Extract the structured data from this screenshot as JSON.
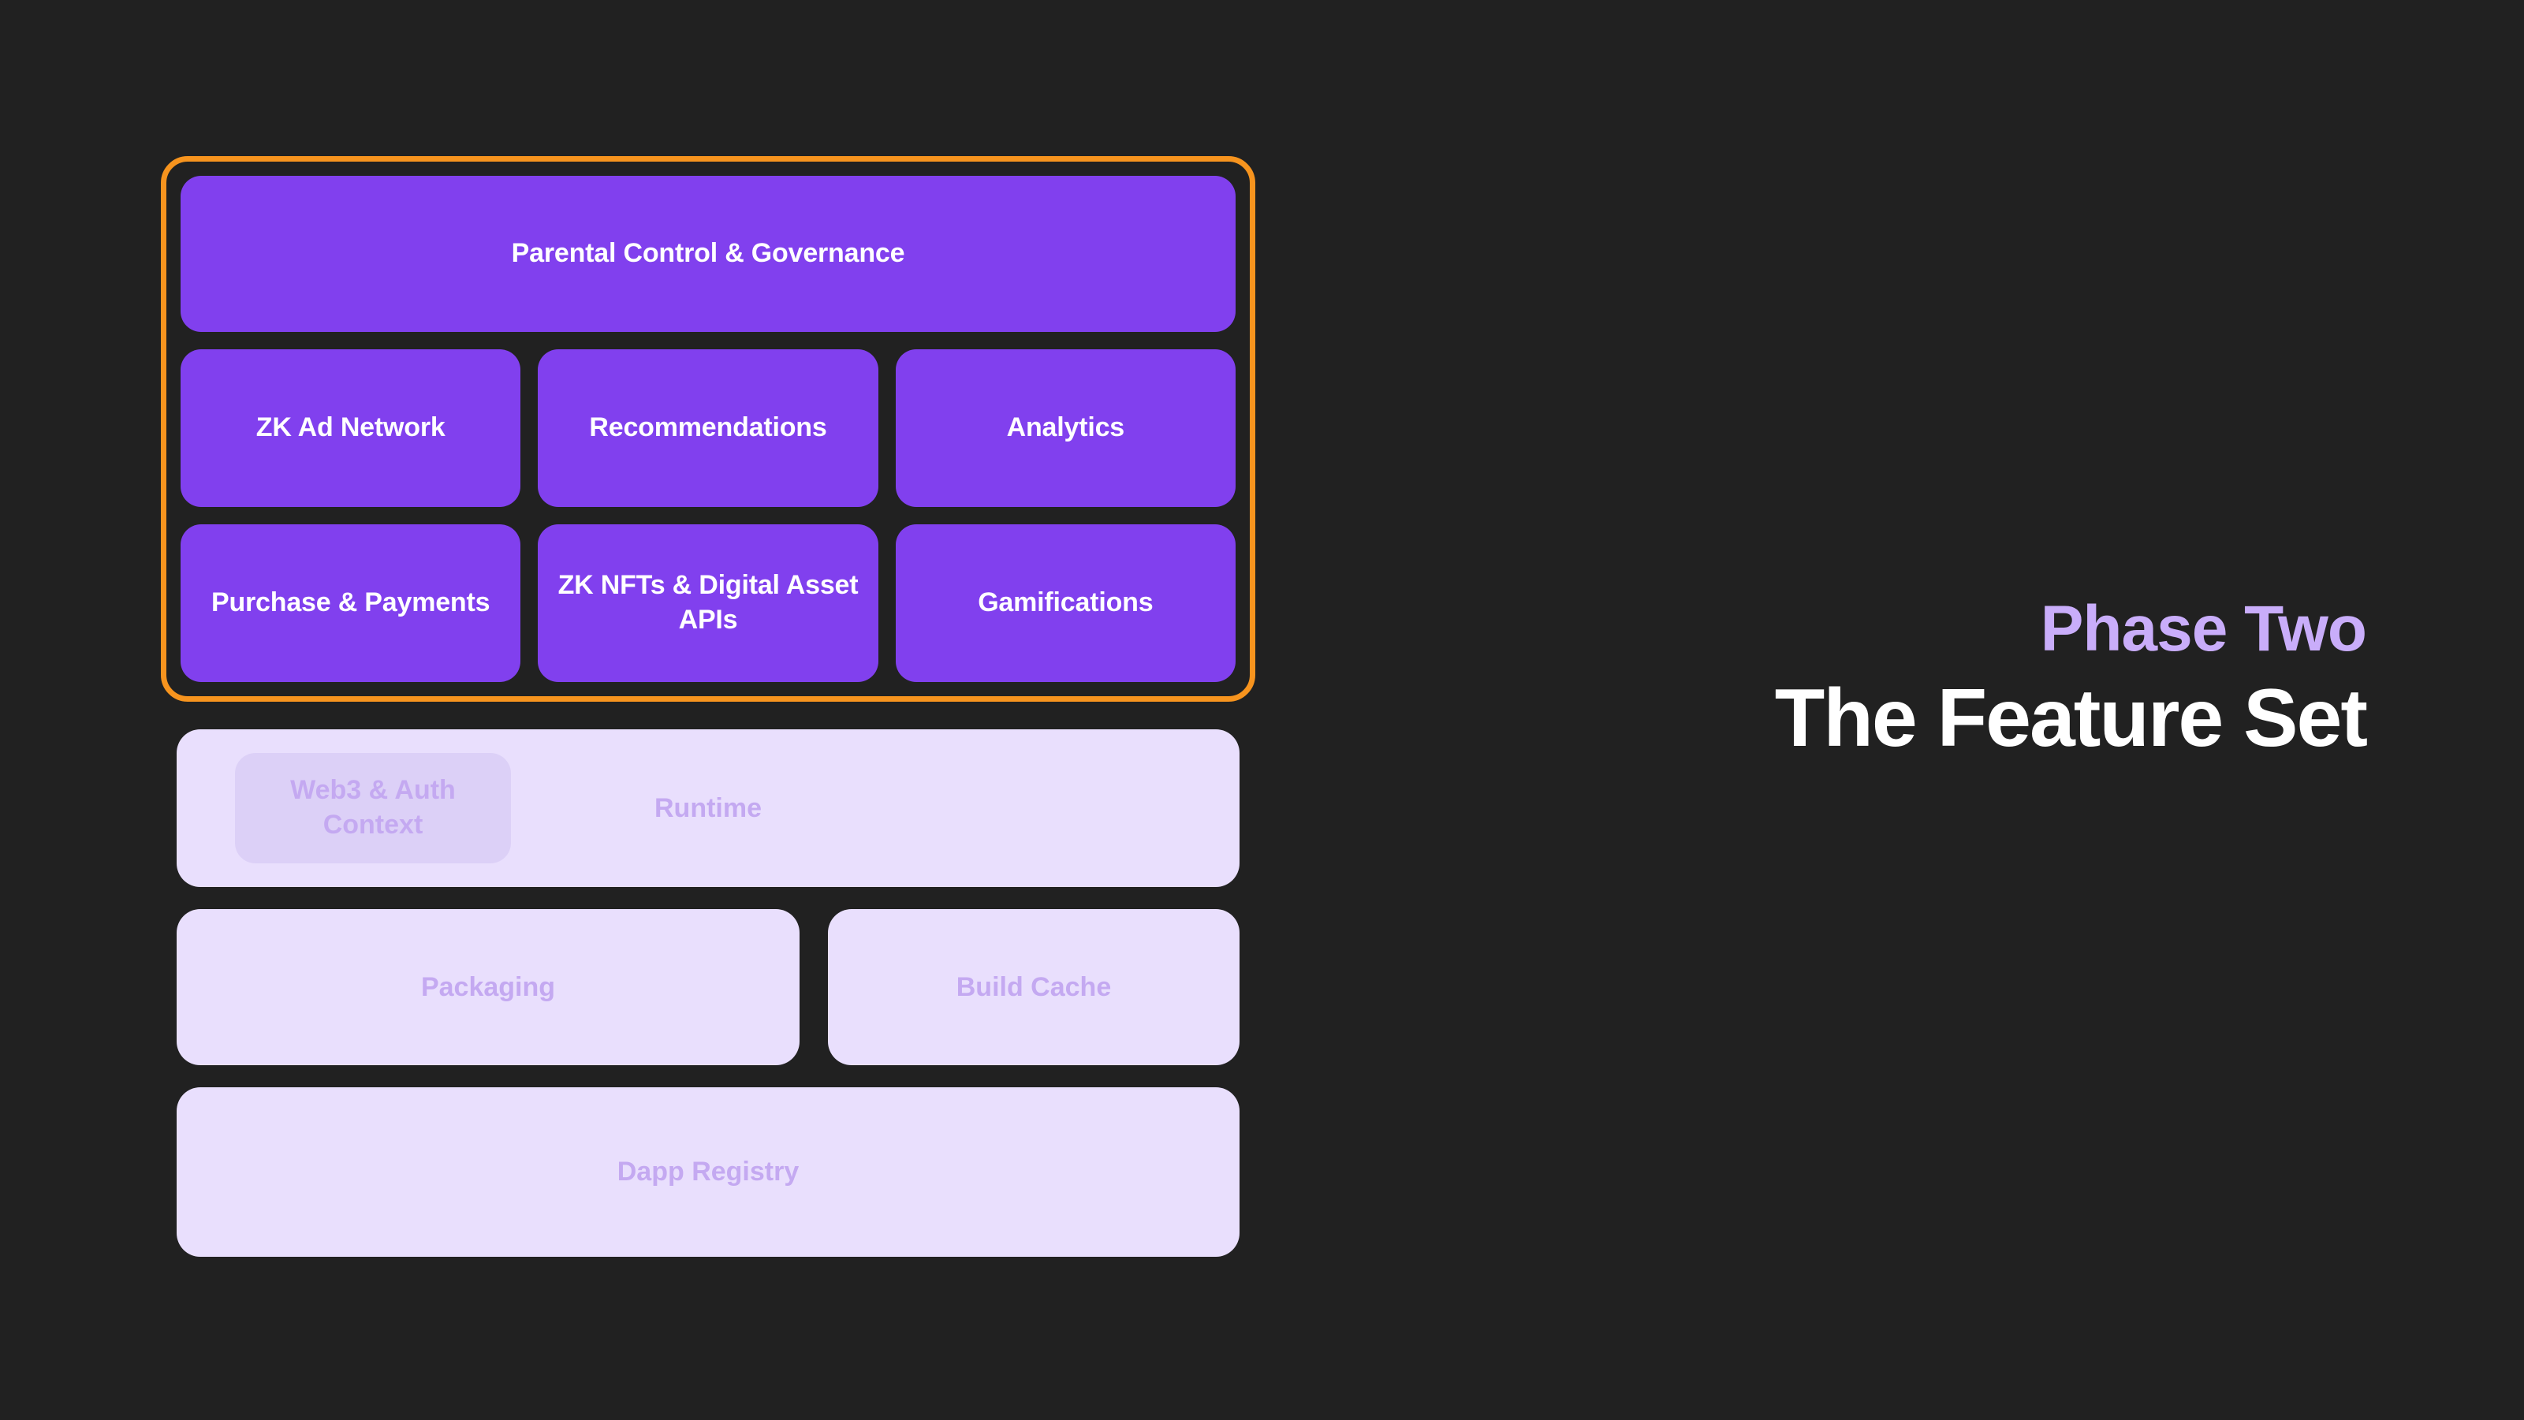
{
  "theme": {
    "background": "#212121",
    "card_purple": "#8140EE",
    "card_text": "#FFFFFF",
    "layer_lavender": "#E9DFFD",
    "layer_lavender_dark": "#DCD0F7",
    "layer_text": "#C4A9F1",
    "highlight_border": "#F7941E",
    "accent_purple": "#C9ADFA",
    "title_white": "#FFFFFF"
  },
  "phase_group": {
    "highlighted": true,
    "rows": [
      {
        "cards": [
          {
            "label": "Parental Control & Governance"
          }
        ]
      },
      {
        "cards": [
          {
            "label": "ZK Ad Network"
          },
          {
            "label": "Recommendations"
          },
          {
            "label": "Analytics"
          }
        ]
      },
      {
        "cards": [
          {
            "label": "Purchase & Payments"
          },
          {
            "label": "ZK NFTs & Digital Asset APIs"
          },
          {
            "label": "Gamifications"
          }
        ]
      }
    ]
  },
  "base_layers": {
    "rows": [
      {
        "items": [
          {
            "label": "Runtime",
            "nested": {
              "label": "Web3 & Auth Context"
            }
          }
        ]
      },
      {
        "items": [
          {
            "label": "Packaging"
          },
          {
            "label": "Build Cache"
          }
        ]
      },
      {
        "items": [
          {
            "label": "Dapp Registry"
          }
        ]
      }
    ]
  },
  "headline": {
    "eyebrow": "Phase Two",
    "title": "The Feature Set"
  }
}
